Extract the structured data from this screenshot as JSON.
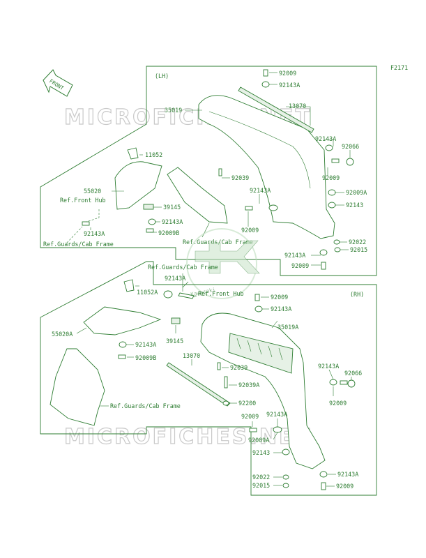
{
  "figure_code": "F2171",
  "watermark": "MICROFICHES.NET",
  "front_arrow_label": "FRONT",
  "logo_text": "Kawasaki",
  "sections": {
    "lh": {
      "label": "(LH)",
      "callouts": {
        "p92009_top": "92009",
        "p92143A_top": "92143A",
        "p13070": "13070",
        "p35019": "35019",
        "p92143A_r1": "92143A",
        "p92066": "92066",
        "p92009_r1": "92009",
        "p11052": "11052",
        "p92039": "92039",
        "p92143A_mid": "92143A",
        "p92009A": "92009A",
        "p92143": "92143",
        "p55020": "55020",
        "ref_front_hub": "Ref.Front Hub",
        "p39145": "39145",
        "p92143A_l": "92143A",
        "p92009_mid": "92009",
        "p92022": "92022",
        "p92143A_bl": "92143A",
        "p92009B": "92009B",
        "ref_guards_1": "Ref.Guards/Cab Frame",
        "ref_guards_2": "Ref.Guards/Cab Frame",
        "p92015": "92015",
        "p92143A_b": "92143A",
        "p92009_b": "92009"
      }
    },
    "rh": {
      "label": "(RH)",
      "callouts": {
        "ref_guards_top": "Ref.Guards/Cab Frame",
        "p92143A_top": "92143A",
        "ref_front_hub": "Ref.Front Hub",
        "p11052A": "11052A",
        "p92009_top": "92009",
        "p92143A_r": "92143A",
        "p35019A": "35019A",
        "p55020A": "55020A",
        "p92143A_l": "92143A",
        "p39145": "39145",
        "p92009B": "92009B",
        "p13070": "13070",
        "p92039": "92039",
        "p92143A_r2": "92143A",
        "p92066": "92066",
        "p92039A": "92039A",
        "p92009_r2": "92009",
        "ref_guards_mid": "Ref.Guards/Cab Frame",
        "p92200": "92200",
        "p92009_c": "92009",
        "p92143A_c": "92143A",
        "p92009A": "92009A",
        "p92143": "92143",
        "p92022": "92022",
        "p92143A_b": "92143A",
        "p92015": "92015",
        "p92009_b": "92009"
      }
    }
  }
}
